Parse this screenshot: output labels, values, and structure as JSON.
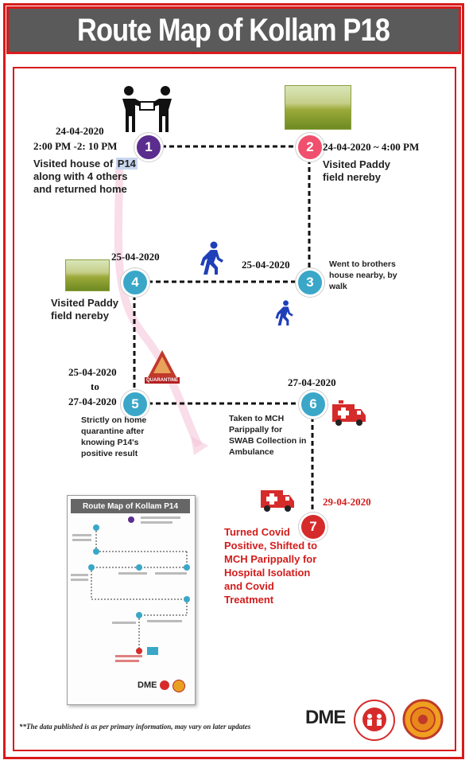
{
  "title": "Route Map of Kollam P18",
  "colors": {
    "red_frame": "#d91a1a",
    "title_bg": "#5a5a5a",
    "purple": "#5b2d8e",
    "pink": "#f0506e",
    "teal": "#3aa7c8",
    "red": "#d62b2b",
    "blue_walk": "#1f3fb8"
  },
  "nodes": [
    {
      "label": "1"
    },
    {
      "label": "2"
    },
    {
      "label": "3"
    },
    {
      "label": "4"
    },
    {
      "label": "5"
    },
    {
      "label": "6"
    },
    {
      "label": "7"
    }
  ],
  "stop1": {
    "date": "24-04-2020",
    "time": "2:00 PM -2: 10 PM",
    "desc_pre": "Visited house of ",
    "desc_hl": "P14",
    "desc_post": " along with 4 others and returned home"
  },
  "stop2": {
    "datetime": "24-04-2020 ~ 4:00 PM",
    "desc": "Visited Paddy field nereby"
  },
  "stop3": {
    "date": "25-04-2020",
    "desc": "Went to brothers house nearby, by walk"
  },
  "stop4": {
    "date": "25-04-2020",
    "desc": "Visited Paddy field nereby"
  },
  "stop5": {
    "date_from": "25-04-2020",
    "to": "to",
    "date_to": "27-04-2020",
    "desc": "Strictly on home quarantine after knowing P14's positive result",
    "quarantine_label": "QUARANTINE"
  },
  "stop6": {
    "date": "27-04-2020",
    "desc": "Taken to MCH Parippally for SWAB Collection in Ambulance"
  },
  "stop7": {
    "date": "29-04-2020",
    "desc": "Turned Covid Positive, Shifted to MCH Parippally for Hospital Isolation and Covid Treatment"
  },
  "inset": {
    "title": "Route Map of Kollam P14",
    "logo": "DME"
  },
  "footer": {
    "note": "**The data published is as per primary information, may vary on later updates",
    "logo": "DME"
  },
  "icons": [
    "handshake-icon",
    "paddy-field-image",
    "walking-person-icon",
    "quarantine-sign-icon",
    "ambulance-icon",
    "dme-logo",
    "nhm-logo",
    "kerala-health-seal"
  ]
}
